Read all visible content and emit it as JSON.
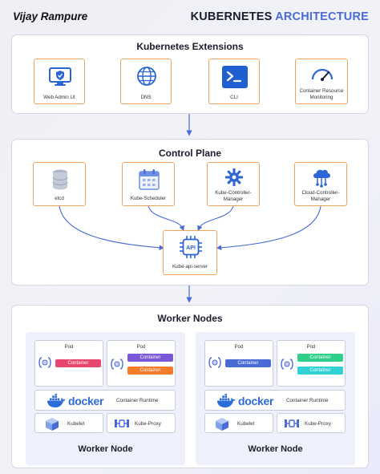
{
  "header": {
    "author": "Vijay Rampure",
    "title_part1": "KUBERNETES",
    "title_part2": "ARCHITECTURE"
  },
  "extensions": {
    "title": "Kubernetes Extensions",
    "items": [
      {
        "label": "Web Admin UI",
        "icon": "monitor-shield-icon"
      },
      {
        "label": "DNS",
        "icon": "globe-icon"
      },
      {
        "label": "CLI",
        "icon": "terminal-icon"
      },
      {
        "label": "Container Resource Monitoring",
        "icon": "gauge-icon"
      }
    ]
  },
  "control_plane": {
    "title": "Control Plane",
    "items": [
      {
        "label": "etcd",
        "icon": "database-icon"
      },
      {
        "label": "Kube-Scheduler",
        "icon": "calendar-icon"
      },
      {
        "label": "Kube-Controller-Manager",
        "icon": "gear-icon"
      },
      {
        "label": "Cloud-Controller-Manager",
        "icon": "cloud-network-icon"
      }
    ],
    "api_server": {
      "label": "Kube-api-server",
      "chip_text": "API"
    }
  },
  "worker_nodes": {
    "title": "Worker Nodes",
    "nodes": [
      {
        "title": "Worker Node",
        "pods": [
          {
            "label": "Pod",
            "containers": [
              {
                "label": "Container",
                "color": "#e9466f"
              }
            ]
          },
          {
            "label": "Pod",
            "containers": [
              {
                "label": "Container",
                "color": "#7b56d8"
              },
              {
                "label": "Container",
                "color": "#f47b2a"
              }
            ]
          }
        ],
        "runtime": {
          "brand": "docker",
          "label": "Container Runtime"
        },
        "kubelet": "Kubelet",
        "kube_proxy": "Kube-Proxy"
      },
      {
        "title": "Worker Node",
        "pods": [
          {
            "label": "Pod",
            "containers": [
              {
                "label": "Container",
                "color": "#4a6bd6"
              }
            ]
          },
          {
            "label": "Pod",
            "containers": [
              {
                "label": "Container",
                "color": "#2fd08a"
              },
              {
                "label": "Container",
                "color": "#2fd3d6"
              }
            ]
          }
        ],
        "runtime": {
          "brand": "docker",
          "label": "Container Runtime"
        },
        "kubelet": "Kubelet",
        "kube_proxy": "Kube-Proxy"
      }
    ]
  },
  "colors": {
    "accent": "#4a6bd6",
    "card_border": "#f1a35c",
    "connector": "#4a6bd6",
    "docker_blue": "#2b6cd8"
  }
}
